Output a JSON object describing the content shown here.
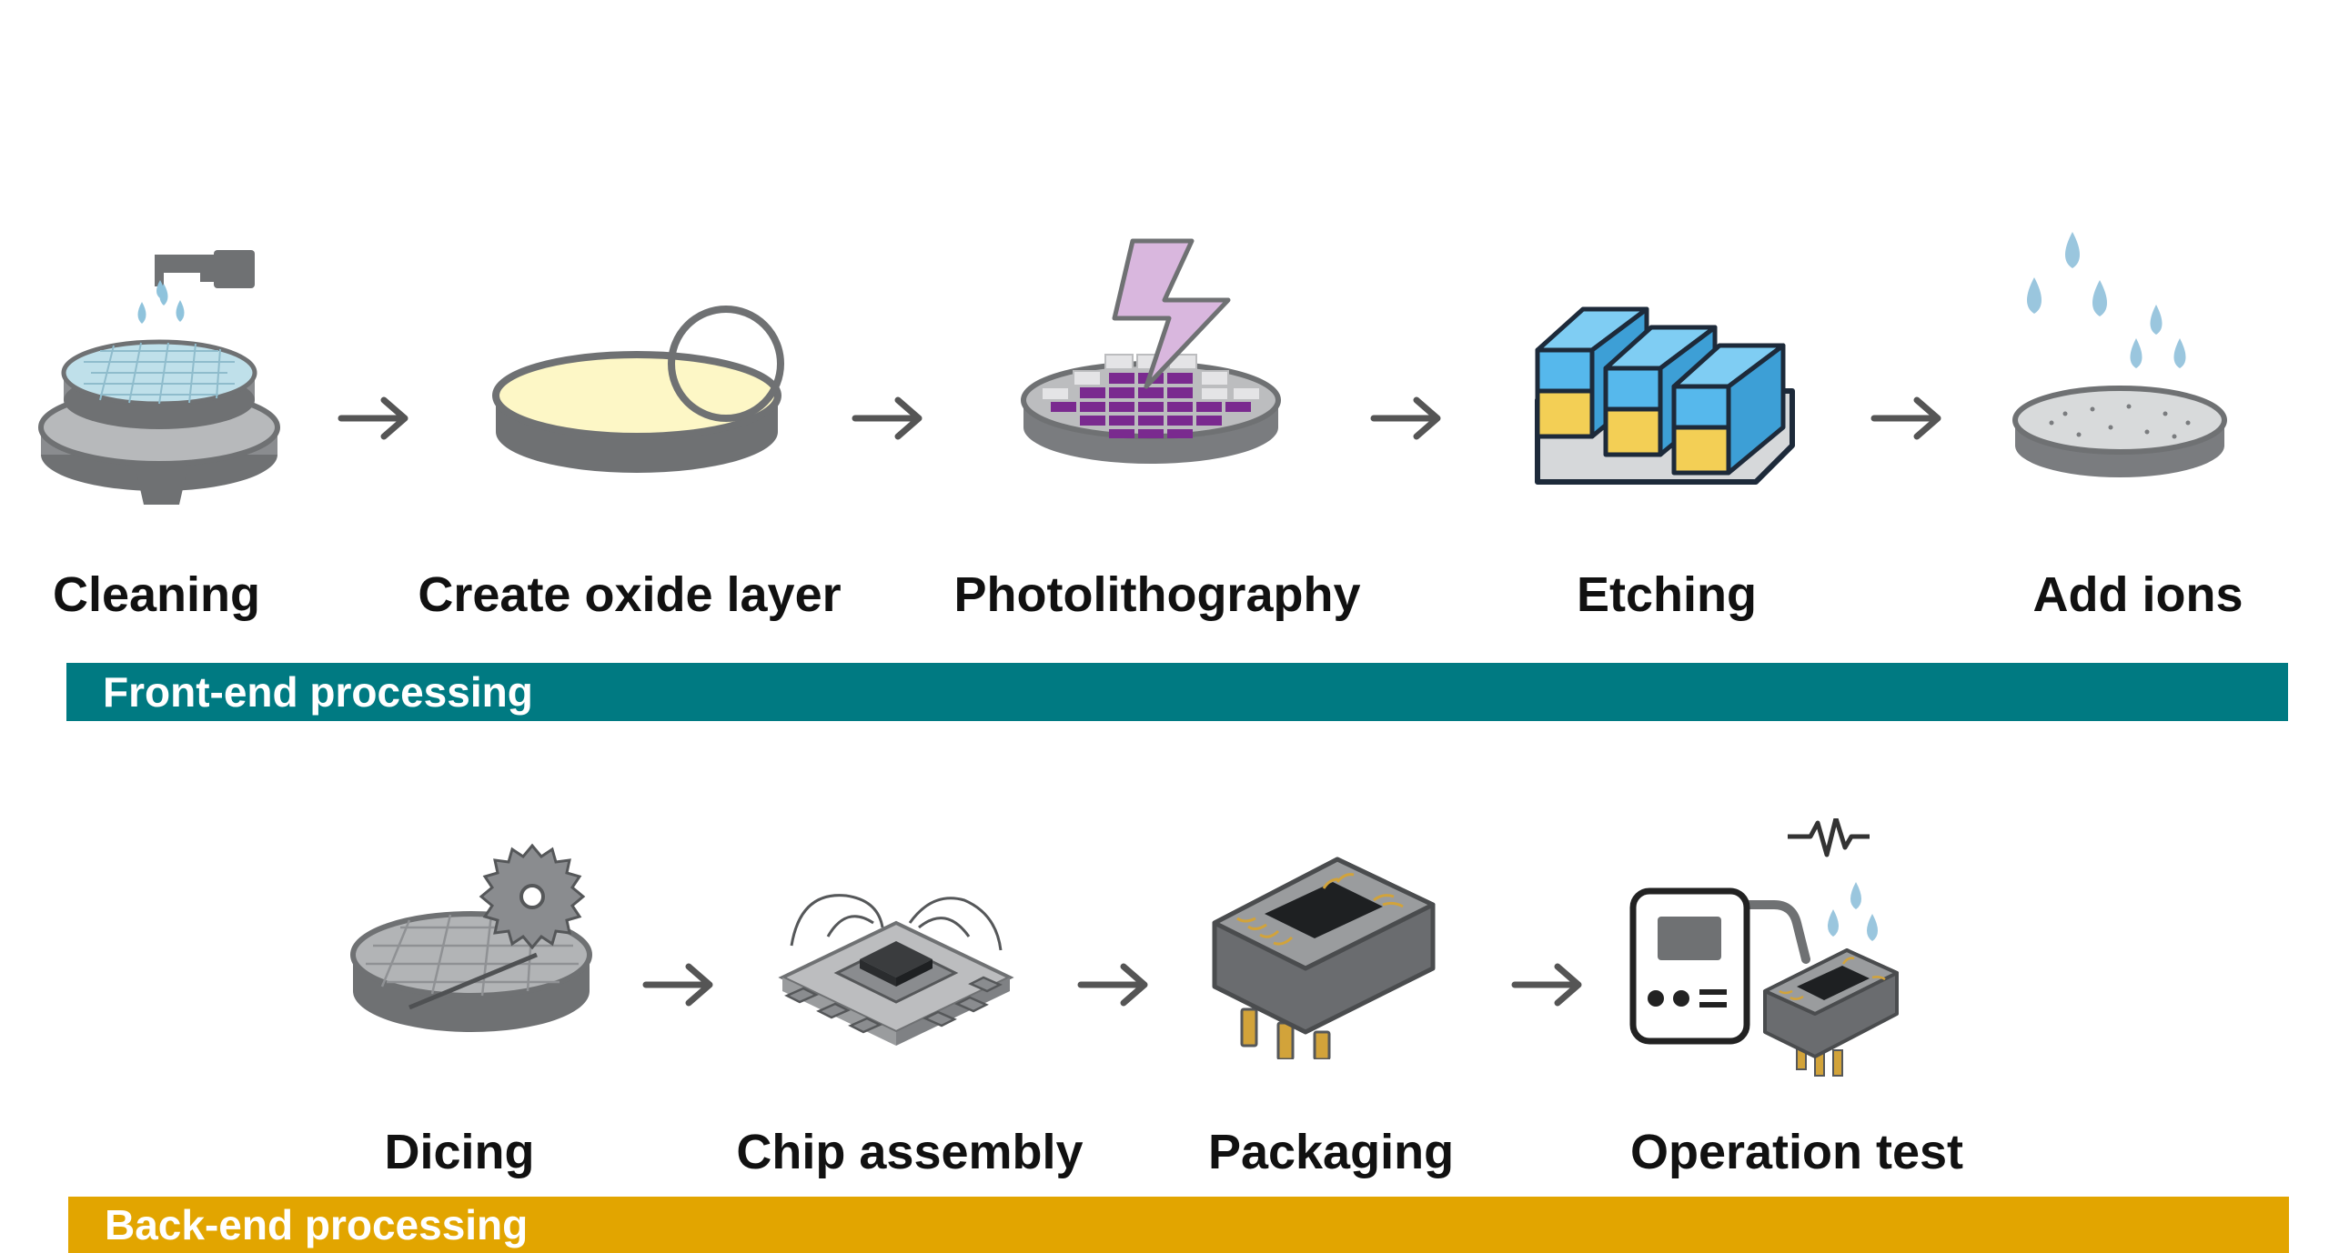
{
  "front_end": {
    "band_label": "Front-end processing",
    "steps": [
      {
        "id": "cleaning",
        "label": "Cleaning",
        "icon": "wafer-rinse-icon"
      },
      {
        "id": "oxide",
        "label": "Create oxide layer",
        "icon": "oxide-wafer-icon"
      },
      {
        "id": "photolithography",
        "label": "Photolithography",
        "icon": "lightning-wafer-icon"
      },
      {
        "id": "etching",
        "label": "Etching",
        "icon": "etched-layers-icon"
      },
      {
        "id": "ions",
        "label": "Add ions",
        "icon": "ion-drops-wafer-icon"
      }
    ]
  },
  "back_end": {
    "band_label": "Back-end processing",
    "steps": [
      {
        "id": "dicing",
        "label": "Dicing",
        "icon": "saw-wafer-icon"
      },
      {
        "id": "assembly",
        "label": "Chip assembly",
        "icon": "wire-bonded-chip-icon"
      },
      {
        "id": "packaging",
        "label": "Packaging",
        "icon": "packaged-chip-icon"
      },
      {
        "id": "test",
        "label": "Operation test",
        "icon": "tester-device-icon"
      }
    ]
  },
  "colors": {
    "front_band": "#007a82",
    "back_band": "#e2a500",
    "water": "#8fc3dc",
    "oxide": "#fdf7c6",
    "resist": "#7a2a8f",
    "etch_blue": "#56b8ec",
    "etch_yellow": "#f3cf55",
    "bolt": "#d9b7de",
    "gold": "#d2a33a"
  }
}
